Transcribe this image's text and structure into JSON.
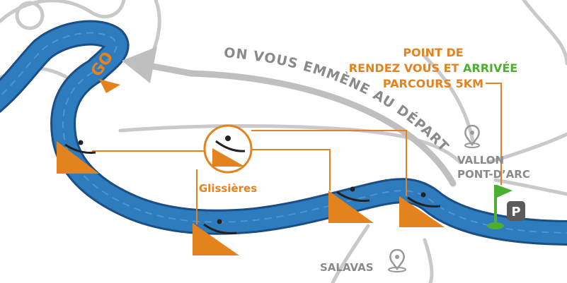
{
  "colors": {
    "river": "#2e7bbd",
    "river_edge": "#1b4f84",
    "road": "#c9c9c9",
    "arrow": "#bfbfbf",
    "orange": "#e4821e",
    "green": "#4caf32",
    "gray_text": "#8a8a8a",
    "white": "#ffffff"
  },
  "labels": {
    "go": "GO",
    "shuttle": "ON VOUS EMMÈNE AU DÉPART !",
    "meeting_line1": "POINT DE",
    "meeting_line2_a": "RENDEZ VOUS ET ",
    "meeting_line2_b": "ARRIVÉE",
    "meeting_line3": "PARCOURS 5KM",
    "glissieres": "Glissières",
    "town_vallon_1": "VALLON",
    "town_vallon_2": "PONT-D’ARC",
    "town_salavas": "SALAVAS",
    "parking": "P"
  },
  "icons": {
    "slide": "kayak-slide-icon",
    "pin": "location-pin-icon",
    "flag": "finish-flag-icon",
    "parking": "parking-icon"
  },
  "slides": [
    {
      "name": "slide-1"
    },
    {
      "name": "slide-2"
    },
    {
      "name": "slide-3"
    },
    {
      "name": "slide-4"
    }
  ]
}
